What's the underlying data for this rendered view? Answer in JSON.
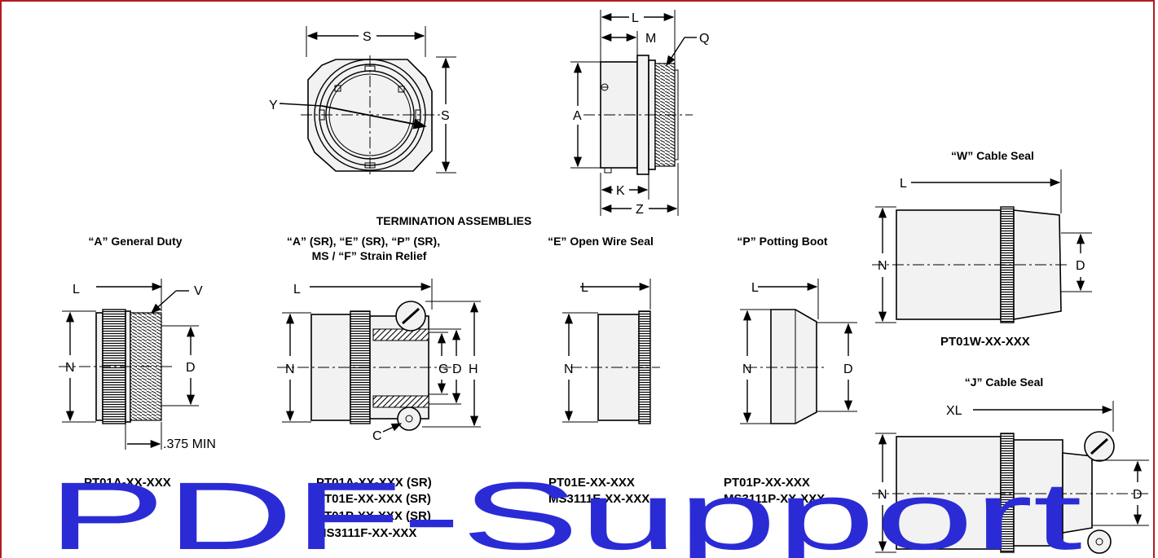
{
  "titles": {
    "termination": "TERMINATION ASSEMBLIES",
    "a_general": "“A” General Duty",
    "strain_relief_1": "“A” (SR), “E” (SR), “P” (SR),",
    "strain_relief_2": "MS / “F” Strain Relief",
    "e_open": "“E” Open Wire Seal",
    "p_potting": "“P” Potting Boot",
    "w_seal": "“W” Cable Seal",
    "j_seal": "“J” Cable Seal"
  },
  "dims": {
    "S": "S",
    "Y": "Y",
    "L": "L",
    "M": "M",
    "Q": "Q",
    "A": "A",
    "K": "K",
    "Z": "Z",
    "N": "N",
    "D": "D",
    "V": "V",
    "G": "G",
    "H": "H",
    "C": "C",
    "XL": "XL",
    "min": ".375 MIN"
  },
  "parts": {
    "a_general": "PT01A-XX-XXX",
    "sr_1": "PT01A-XX-XXX (SR)",
    "sr_2": "PT01E-XX-XXX (SR)",
    "sr_3": "PT01P-XX-XXX (SR)",
    "sr_4": "MS3111F-XX-XXX",
    "e_1": "PT01E-XX-XXX",
    "e_2": "MS3111E-XX-XXX",
    "p_1": "PT01P-XX-XXX",
    "p_2": "MS3111P-XX-XXX",
    "w": "PT01W-XX-XXX"
  },
  "watermark": "PDF-Support",
  "colors": {
    "frame": "#b01c24",
    "watermark": "#2b2bd6"
  }
}
